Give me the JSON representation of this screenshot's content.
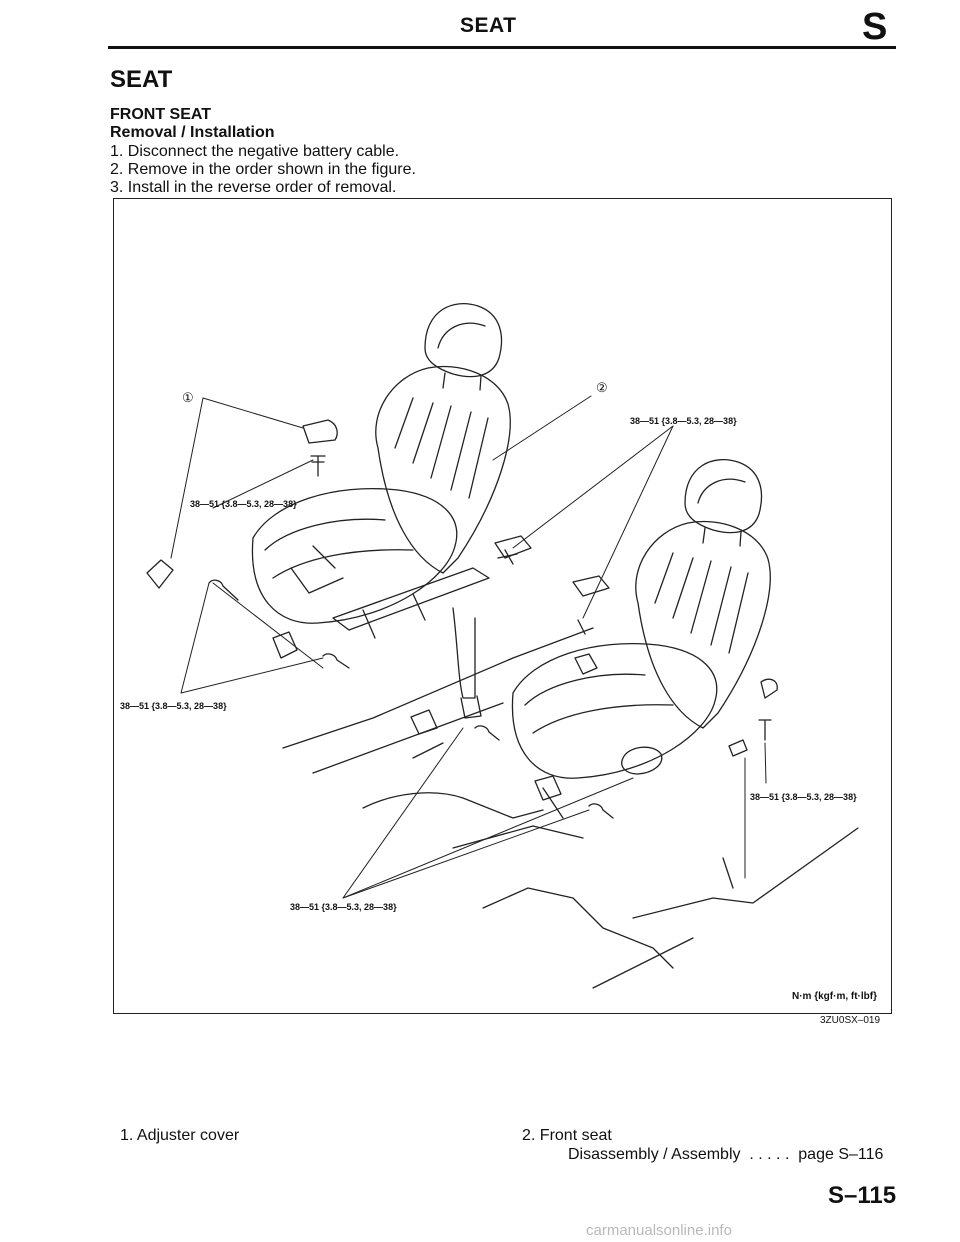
{
  "header": {
    "title": "SEAT",
    "section_letter": "S"
  },
  "section_title": "SEAT",
  "subsection": "FRONT SEAT",
  "subsubsection": "Removal / Installation",
  "steps": [
    "1. Disconnect the negative battery cable.",
    "2. Remove in the order shown in the figure.",
    "3. Install in the reverse order of removal."
  ],
  "figure": {
    "callouts": [
      "①",
      "②"
    ],
    "torque_label": "38—51 {3.8—5.3, 28—38}",
    "unit_label": "N·m {kgf·m, ft·lbf}",
    "code": "3ZU0SX–019"
  },
  "legend": {
    "item1": "1. Adjuster cover",
    "item2": "2. Front seat",
    "item2_sub": "Disassembly / Assembly  . . . . .  page S–116"
  },
  "page_number": "S–115",
  "watermark": "carmanualsonline.info"
}
